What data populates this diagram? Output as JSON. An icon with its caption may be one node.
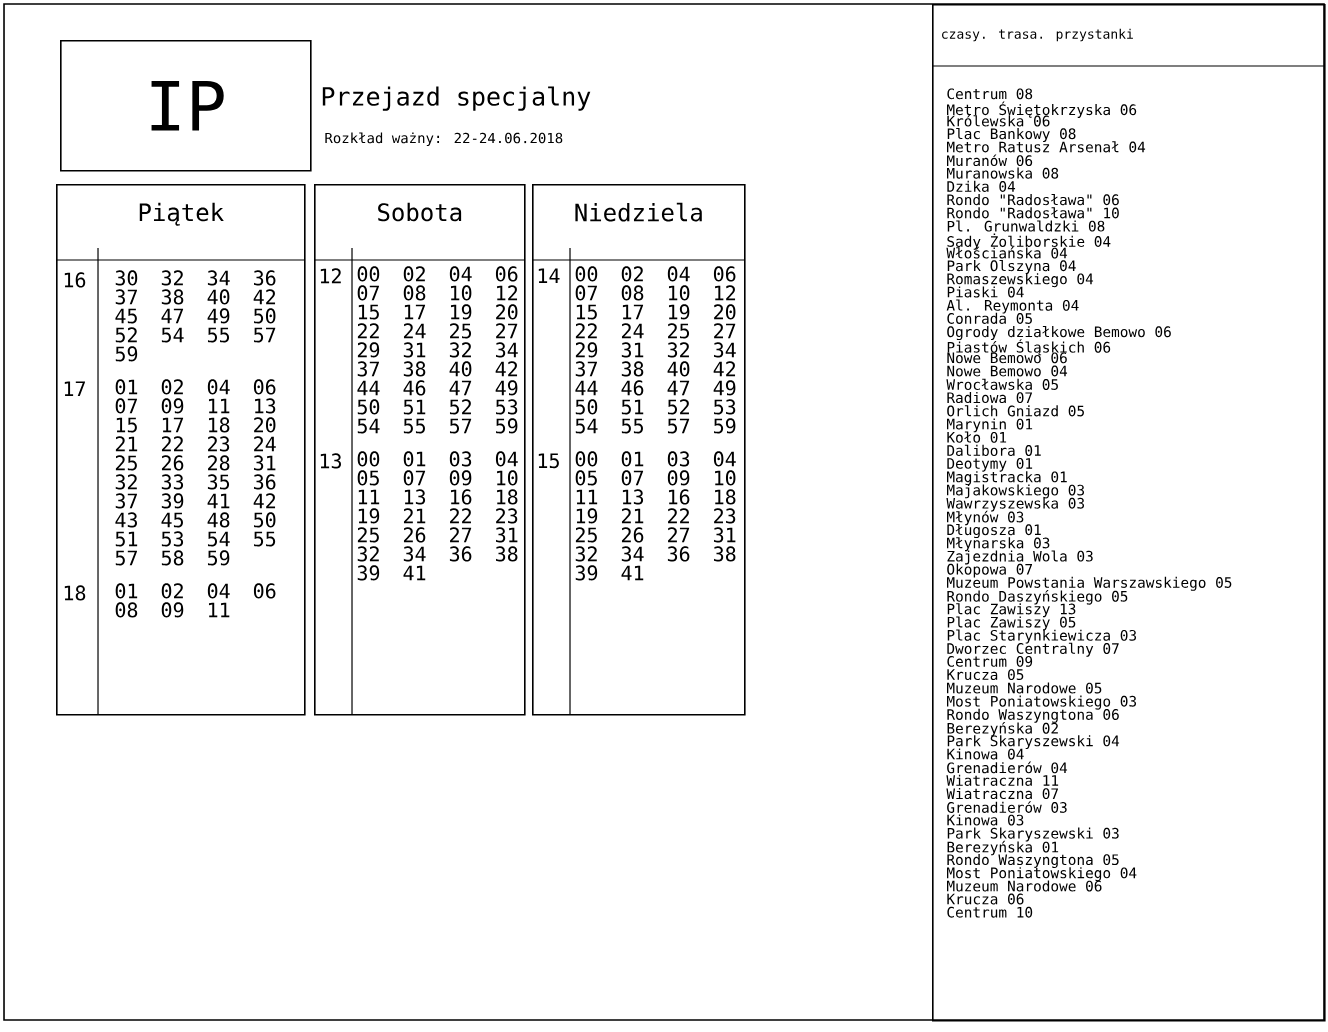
{
  "diagram": {
    "nodes": [
      {
        "text": [
          "IP"
        ]
      },
      {
        "text": [
          "Piątek"
        ]
      },
      {
        "text": [
          "Sobota"
        ]
      },
      {
        "text": [
          "Niedziela"
        ]
      },
      {
        "text": [
          "czasy. trasa. przystanki"
        ]
      }
    ],
    "labels": [
      "Przejazd specjalny",
      "Rozkład ważny: 22-24.06.2018",
      "16",
      "30 32 34 36",
      "37 38 40 42",
      "45 47 49 50",
      "52 54 55 57",
      "59",
      "17",
      "01 02 04 06",
      "07 09 11 13",
      "15 17 18 20",
      "21 22 23 24",
      "25 26 28 31",
      "32 33 35 36",
      "37 39 41 42",
      "43 45 48 50",
      "51 53 54 55",
      "57 58 59",
      "18",
      "01 02 04 06",
      "08 09 11",
      "12",
      "00 02 04 06",
      "07 08 10 12",
      "15 17 19 20",
      "22 24 25 27",
      "29 31 32 34",
      "37 38 40 42",
      "44 46 47 49",
      "50 51 52 53",
      "54 55 57 59",
      "13",
      "00 01 03 04",
      "05 07 09 10",
      "11 13 16 18",
      "19 21 22 23",
      "25 26 27 31",
      "32 34 36 38",
      "39 41",
      "14",
      "00 02 04 06",
      "07 08 10 12",
      "15 17 19 20",
      "22 24 25 27",
      "29 31 32 34",
      "37 38 40 42",
      "44 46 47 49",
      "50 51 52 53",
      "54 55 57 59",
      "15",
      "00 01 03 04",
      "05 07 09 10",
      "11 13 16 18",
      "19 21 22 23",
      "25 26 27 31",
      "32 34 36 38",
      "39 41",
      "Centrum 08",
      "Metro Świętokrzyska 06",
      "Królewska 06",
      "Plac Bankowy 08",
      "Metro Ratusz Arsenał 04",
      "Muranów 06",
      "Muranowska 08",
      "Dzika 04",
      "Rondo \"Radosława\" 06",
      "Rondo \"Radosława\" 10",
      "Pl. Grunwaldzki 08",
      "Sady Żoliborskie 04",
      "Włościańska 04",
      "Park Olszyna 04",
      "Romaszewskiego 04",
      "Piaski 04",
      "Al. Reymonta 04",
      "Conrada 05",
      "Ogrody działkowe Bemowo 06",
      "Piastów Śląskich 06",
      "Nowe Bemowo 06",
      "Nowe Bemowo 04",
      "Wrocławska 05",
      "Radiowa 07",
      "Orlich Gniazd 05",
      "Marynin 01",
      "Koło 01",
      "Dalibora 01",
      "Deotymy 01",
      "Magistracka 01",
      "Majakowskiego 03",
      "Wawrzyszewska 03",
      "Młynów 03",
      "Długosza 01",
      "Młynarska 03",
      "Zajezdnia Wola 03",
      "Okopowa 07",
      "Muzeum Powstania Warszawskiego 05",
      "Rondo Daszyńskiego 05",
      "Plac Zawiszy 13",
      "Plac Zawiszy 05",
      "Plac Starynkiewicza 03",
      "Dworzec Centralny 07",
      "Centrum 09",
      "Krucza 05",
      "Muzeum Narodowe 05",
      "Most Poniatowskiego 03",
      "Rondo Waszyngtona 06",
      "Berezyńska 02",
      "Park Skaryszewski 04",
      "Kinowa 04",
      "Grenadierów 04",
      "Wiatraczna 11",
      "Wiatraczna 07",
      "Grenadierów 03",
      "Kinowa 03",
      "Park Skaryszewski 03",
      "Berezyńska 01",
      "Rondo Waszyngtona 05",
      "Most Poniatowskiego 04",
      "Muzeum Narodowe 06",
      "Krucza 06",
      "Centrum 10"
    ]
  }
}
